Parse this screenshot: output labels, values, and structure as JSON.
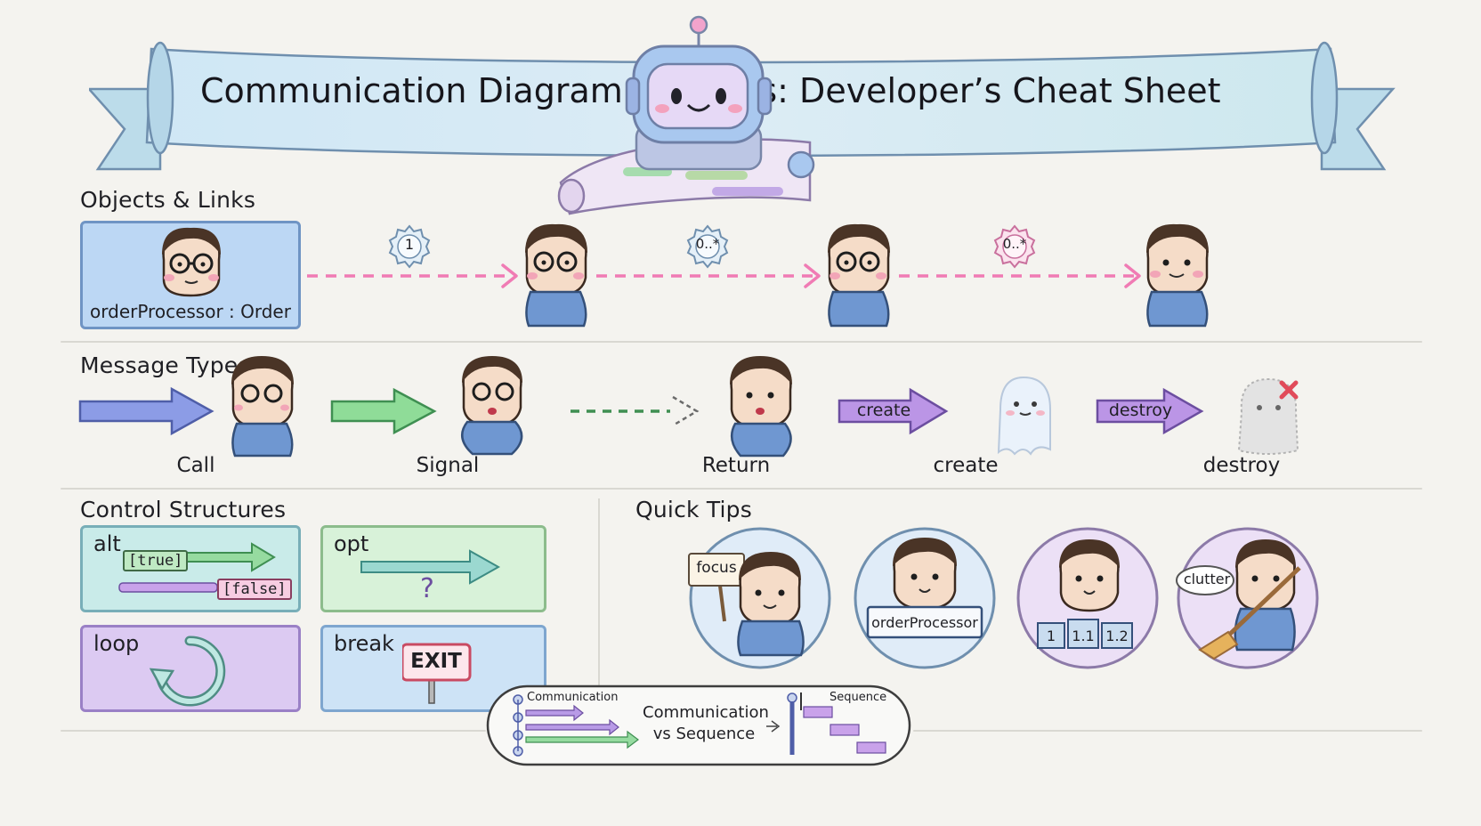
{
  "banner": {
    "title": "Communication Diagram Symbols: Developer’s Cheat Sheet"
  },
  "sections": {
    "objects": "Objects & Links",
    "messages": "Message Types",
    "control": "Control Structures",
    "tips": "Quick Tips"
  },
  "objects": {
    "object_label": "orderProcessor : Order",
    "multiplicities": [
      "1",
      "0..*",
      "0..*"
    ]
  },
  "messages": [
    {
      "label": "Call"
    },
    {
      "label": "Signal"
    },
    {
      "label": "Return"
    },
    {
      "label": "create",
      "arrow_text": "create"
    },
    {
      "label": "destroy",
      "arrow_text": "destroy"
    }
  ],
  "control": {
    "alt": {
      "title": "alt",
      "guard_true": "[true]",
      "guard_false": "[false]"
    },
    "opt": {
      "title": "opt",
      "mark": "?"
    },
    "loop": {
      "title": "loop"
    },
    "break": {
      "title": "break",
      "sign": "EXIT"
    }
  },
  "tips": [
    {
      "sign": "focus"
    },
    {
      "sign": "orderProcessor"
    },
    {
      "boxes": [
        "1",
        "1.1",
        "1.2"
      ]
    },
    {
      "bubble": "clutter"
    }
  ],
  "compare": {
    "left_label": "Communication",
    "center_line1": "Communication",
    "center_line2": "vs Sequence",
    "right_label": "Sequence"
  },
  "colors": {
    "call": "#7f8fe0",
    "signal": "#7fd08a",
    "link": "#f07bb4",
    "create": "#b487e0",
    "banner": "#cfe6f2"
  }
}
